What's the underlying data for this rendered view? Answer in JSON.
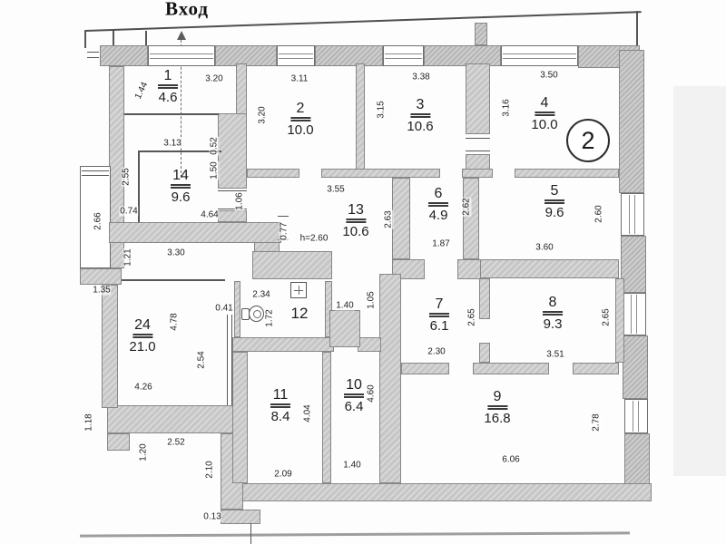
{
  "title": "Вход",
  "floor_badge": "2",
  "rooms": {
    "r1": {
      "num": "1",
      "area": "4.6"
    },
    "r2": {
      "num": "2",
      "area": "10.0"
    },
    "r3": {
      "num": "3",
      "area": "10.6"
    },
    "r4": {
      "num": "4",
      "area": "10.0"
    },
    "r5": {
      "num": "5",
      "area": "9.6"
    },
    "r6": {
      "num": "6",
      "area": "4.9"
    },
    "r7": {
      "num": "7",
      "area": "6.1"
    },
    "r8": {
      "num": "8",
      "area": "9.3"
    },
    "r9": {
      "num": "9",
      "area": "16.8"
    },
    "r10": {
      "num": "10",
      "area": "6.4"
    },
    "r11": {
      "num": "11",
      "area": "8.4"
    },
    "r12": {
      "num": "12",
      "area": ""
    },
    "r13": {
      "num": "13",
      "area": "10.6"
    },
    "r14": {
      "num": "14",
      "area": "9.6"
    },
    "r24": {
      "num": "24",
      "area": "21.0"
    }
  },
  "dims": {
    "r1_w": "3.20",
    "r1_h": "1.44",
    "r2_w": "3.11",
    "r2_h": "3.20",
    "r3_w": "3.38",
    "r3_h": "3.15",
    "r4_w": "3.50",
    "r4_h": "3.16",
    "r5_h": "2.60",
    "r5_w": "3.60",
    "r6_h": "2.62",
    "r6_w": "1.87",
    "r7_w": "2.30",
    "r7_h": "2.65",
    "r8_w": "3.51",
    "r8_h": "2.65",
    "r9_w": "6.06",
    "r9_h": "2.78",
    "r10_w": "1.40",
    "r10_h": "4.60",
    "r11_w": "2.09",
    "r11_h": "4.04",
    "r12_w": "2.34",
    "r12_h": "1.72",
    "r13_w": "3.55",
    "r13_h": "2.63",
    "r14_w": "3.13",
    "r14_h": "2.55",
    "r14_a": "0.74",
    "r14_b": "4.64",
    "r14_c": "0.52",
    "r14_d": "1.50",
    "hall_a": "1.06",
    "hall_b": "1.40",
    "hall_c": "1.05",
    "r24_w": "3.30",
    "r24_a": "1.21",
    "r24_h1": "4.78",
    "r24_h2": "2.54",
    "r24_b": "4.26",
    "r24_c": "0.41",
    "niche_a": "0.77",
    "height_note": "h=2.60",
    "balcony_a": "2.66",
    "balcony_b": "1.35",
    "sw_a": "1.18",
    "sw_b": "1.20",
    "sw_c": "2.52",
    "sw_d": "2.10",
    "sw_e": "0.13"
  }
}
